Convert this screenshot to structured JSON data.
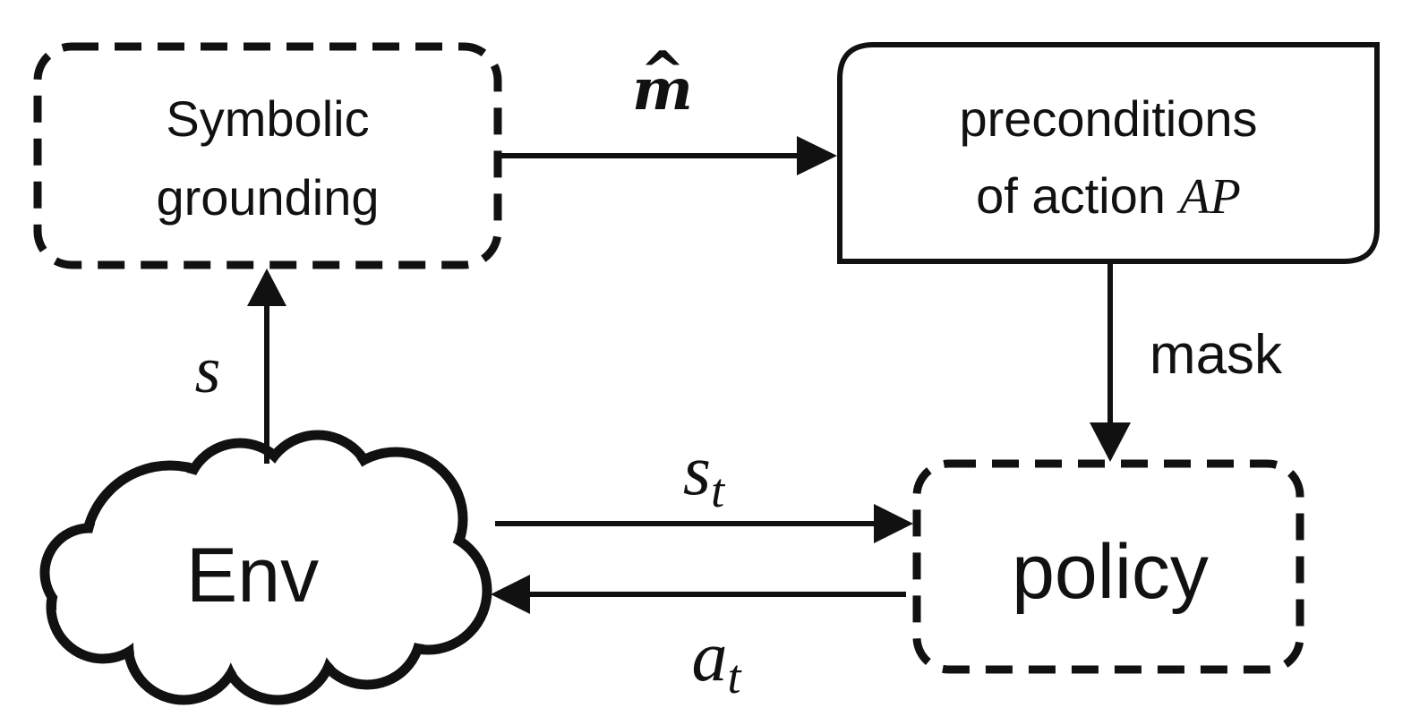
{
  "nodes": {
    "grounding": {
      "line1": "Symbolic",
      "line2": "grounding"
    },
    "preconditions": {
      "line1": "preconditions",
      "line2": "of action ",
      "line2_math": "AP"
    },
    "env": {
      "label": "Env"
    },
    "policy": {
      "label": "policy"
    }
  },
  "edges": {
    "m_hat": {
      "label": "m",
      "hat": "^"
    },
    "state": {
      "label": "s"
    },
    "mask": {
      "label": "mask"
    },
    "s_t": {
      "base": "s",
      "sub": "t"
    },
    "a_t": {
      "base": "a",
      "sub": "t"
    }
  },
  "colors": {
    "stroke": "#111111",
    "background": "#ffffff"
  }
}
